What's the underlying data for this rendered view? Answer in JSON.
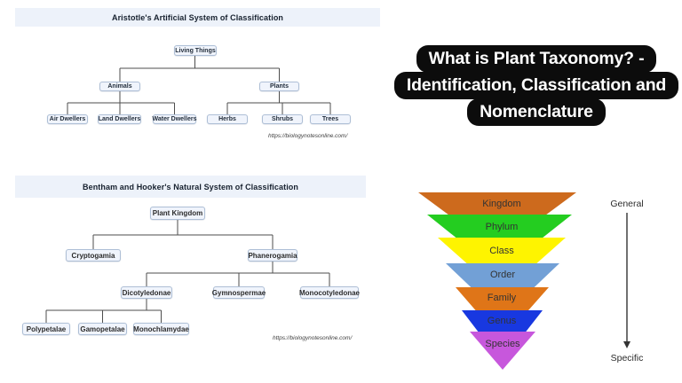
{
  "aristotle_diagram": {
    "title": "Aristotle's Artificial System of Classification",
    "source_url": "https://biologynotesonline.com/",
    "nodes": [
      {
        "label": "Living Things"
      },
      {
        "label": "Animals"
      },
      {
        "label": "Plants"
      },
      {
        "label": "Air Dwellers"
      },
      {
        "label": "Land Dwellers"
      },
      {
        "label": "Water Dwellers"
      },
      {
        "label": "Herbs"
      },
      {
        "label": "Shrubs"
      },
      {
        "label": "Trees"
      }
    ]
  },
  "bentham_diagram": {
    "title": "Bentham and Hooker's Natural System of Classification",
    "source_url": "https://biologynotesonline.com/",
    "nodes": [
      {
        "label": "Plant Kingdom"
      },
      {
        "label": "Cryptogamia"
      },
      {
        "label": "Phanerogamia"
      },
      {
        "label": "Dicotyledonae"
      },
      {
        "label": "Gymnospermae"
      },
      {
        "label": "Monocotyledonae"
      },
      {
        "label": "Polypetalae"
      },
      {
        "label": "Gamopetalae"
      },
      {
        "label": "Monochlamydae"
      }
    ]
  },
  "heading": {
    "lines": [
      "What is Plant Taxonomy? -",
      "Identification, Classification and",
      "Nomenclature"
    ],
    "bg_color": "#0c0c0c",
    "text_color": "#ffffff"
  },
  "taxonomy_funnel": {
    "levels": [
      {
        "label": "Kingdom",
        "color": "#cd6a1d"
      },
      {
        "label": "Phylum",
        "color": "#24cd20"
      },
      {
        "label": "Class",
        "color": "#fef400"
      },
      {
        "label": "Order",
        "color": "#72a0d6"
      },
      {
        "label": "Family",
        "color": "#df7518"
      },
      {
        "label": "Genus",
        "color": "#1838e0"
      },
      {
        "label": "Species",
        "color": "#c757dc"
      }
    ],
    "scale_top_label": "General",
    "scale_bottom_label": "Specific"
  },
  "colors": {
    "page_bg": "#ffffff",
    "banner_bg": "#edf2fa",
    "node_fill": "#f0f4fc",
    "node_border": "#aebfd6",
    "connector": "#4d4d4d",
    "arrow": "#333333"
  }
}
